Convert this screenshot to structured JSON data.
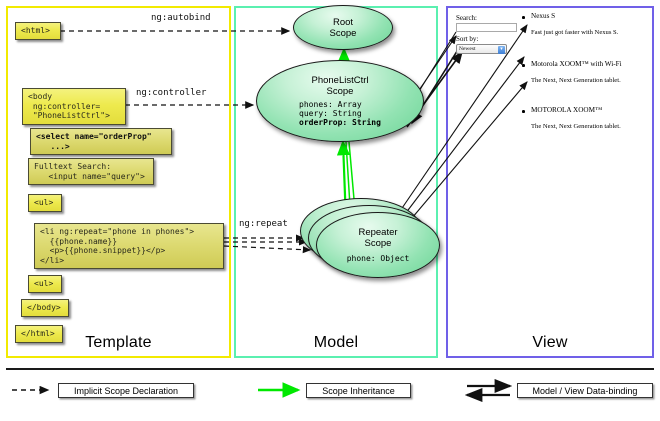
{
  "columns": [
    {
      "id": "template",
      "label": "Template",
      "accent": "#f2ea00"
    },
    {
      "id": "model",
      "label": "Model",
      "accent": "#5bf0b0"
    },
    {
      "id": "view",
      "label": "View",
      "accent": "#7060e8"
    }
  ],
  "template": {
    "boxes": [
      {
        "name": "html-open-tag",
        "text": "<html>",
        "bold": false,
        "olive": false
      },
      {
        "name": "body-controller-tag",
        "text": "<body\n ng:controller=\n \"PhoneListCtrl\">",
        "bold": false,
        "olive": false
      },
      {
        "name": "select-orderprop-tag",
        "text": "<select name=\"orderProp\"\n   ...>",
        "bold": true,
        "olive": true
      },
      {
        "name": "fulltext-search-input",
        "text": "Fulltext Search:\n   <input name=\"query\">",
        "bold": false,
        "olive": true
      },
      {
        "name": "ul-open-tag",
        "text": "<ul>",
        "bold": false,
        "olive": false
      },
      {
        "name": "li-ngrepeat-tag",
        "text": "<li ng:repeat=\"phone in phones\">\n  {{phone.name}}\n  <p>{{phone.snippet}}</p>\n</li>",
        "bold": false,
        "olive": true
      },
      {
        "name": "ul-close-tag",
        "text": "<ul>",
        "bold": false,
        "olive": false
      },
      {
        "name": "body-close-tag",
        "text": "</body>",
        "bold": false,
        "olive": false
      },
      {
        "name": "html-close-tag",
        "text": "</html>",
        "bold": false,
        "olive": false
      }
    ]
  },
  "edges": {
    "autobind": "ng:autobind",
    "controller": "ng:controller",
    "repeat": "ng:repeat"
  },
  "model": {
    "root_scope": {
      "title_line1": "Root",
      "title_line2": "Scope"
    },
    "phonelist_scope": {
      "title_line1": "PhoneListCtrl",
      "title_line2": "Scope",
      "props": [
        "phones: Array",
        "query: String"
      ],
      "prop_bold": "orderProp: String"
    },
    "repeater_scope": {
      "title_line1": "Repeater",
      "title_line2": "Scope",
      "props": [
        "phone: Object"
      ]
    }
  },
  "view": {
    "search_label": "Search:",
    "search_value": "",
    "sort_label": "Sort by:",
    "sort_value": "Newest",
    "phones": [
      {
        "name": "Nexus S",
        "snippet": "Fast just got faster with Nexus S."
      },
      {
        "name": "Motorola XOOM™  with Wi-Fi",
        "snippet": "The Next, Next Generation tablet."
      },
      {
        "name": "MOTOROLA XOOM™",
        "snippet": "The Next, Next Generation tablet."
      }
    ]
  },
  "legend": [
    {
      "name": "implicit-scope-declaration",
      "label": "Implicit Scope Declaration",
      "style": "dashed",
      "color": "#111111"
    },
    {
      "name": "scope-inheritance",
      "label": "Scope Inheritance",
      "style": "solid-green",
      "color": "#00e800"
    },
    {
      "name": "model-view-data-binding",
      "label": "Model / View Data-binding",
      "style": "double",
      "color": "#111111"
    }
  ]
}
